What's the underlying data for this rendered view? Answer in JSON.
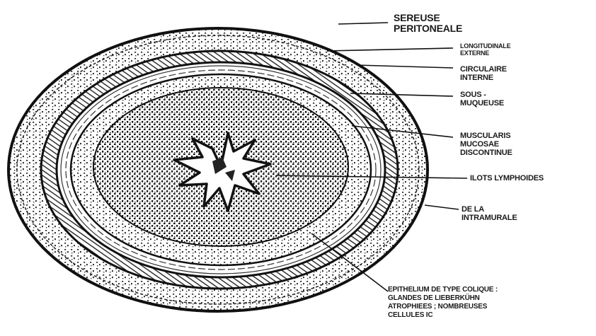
{
  "labels": {
    "serosa": [
      "SEREUSE",
      "PERITONEALE"
    ],
    "longitudinal": [
      "LONGITUDINALE",
      "EXTERNE"
    ],
    "circular": [
      "CIRCULAIRE",
      "INTERNE"
    ],
    "submucosa": [
      "SOUS -",
      "MUQUEUSE"
    ],
    "muscularis_mucosae": [
      "MUSCULARIS",
      "MUCOSAE",
      "DISCONTINUE"
    ],
    "lymphoid": [
      "ILOTS LYMPHOIDES"
    ],
    "intramural": [
      "DE LA",
      "INTRAMURALE"
    ],
    "epithelium": [
      "EPITHELIUM DE TYPE COLIQUE :",
      "GLANDES DE LIEBERKÜHN",
      "ATROPHIEES ; NOMBREUSES",
      "CELLULES IC"
    ]
  },
  "colors": {
    "ink": "#1a1a1a",
    "paper": "#ffffff"
  }
}
